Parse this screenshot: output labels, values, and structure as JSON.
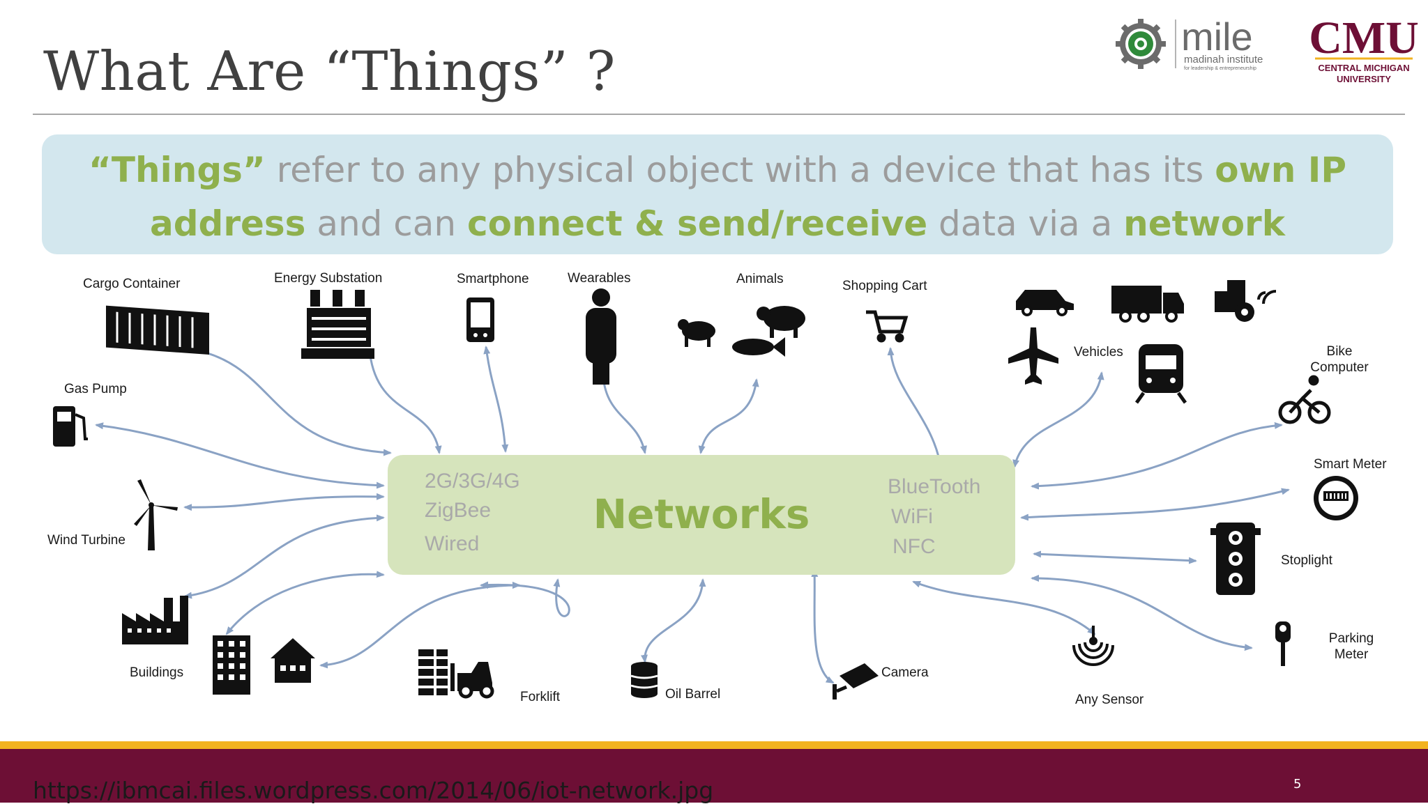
{
  "slide": {
    "title": "What Are “Things” ?",
    "source_url": "https://ibmcai.files.wordpress.com/2014/06/iot-network.jpg",
    "page_number": "5"
  },
  "logos": {
    "mile": {
      "name": "mile",
      "line1": "madinah institute",
      "line2": "for leadership & entrepreneurship"
    },
    "cmu": {
      "name": "CMU",
      "line1": "CENTRAL MICHIGAN",
      "line2": "UNIVERSITY"
    }
  },
  "definition": {
    "line1": [
      {
        "text": "“Things”",
        "bold": true
      },
      {
        "text": " refer to any physical object with a device that has its ",
        "bold": false
      },
      {
        "text": "own IP",
        "bold": true
      }
    ],
    "line2": [
      {
        "text": "address",
        "bold": true
      },
      {
        "text": " and can ",
        "bold": false
      },
      {
        "text": "connect & send/receive",
        "bold": true
      },
      {
        "text": " data via a ",
        "bold": false
      },
      {
        "text": "network",
        "bold": true
      }
    ]
  },
  "networks": {
    "title": "Networks",
    "left": [
      "2G/3G/4G",
      "ZigBee",
      "Wired"
    ],
    "right": [
      "BlueTooth",
      "WiFi",
      "NFC"
    ]
  },
  "things": {
    "cargo_container": "Cargo Container",
    "energy_substation": "Energy Substation",
    "smartphone": "Smartphone",
    "wearables": "Wearables",
    "animals": "Animals",
    "shopping_cart": "Shopping Cart",
    "vehicles": "Vehicles",
    "bike_computer": [
      "Bike",
      "Computer"
    ],
    "gas_pump": "Gas Pump",
    "wind_turbine": "Wind Turbine",
    "buildings": "Buildings",
    "forklift": "Forklift",
    "oil_barrel": "Oil Barrel",
    "camera": "Camera",
    "any_sensor": "Any Sensor",
    "smart_meter": "Smart Meter",
    "stoplight": "Stoplight",
    "parking_meter": [
      "Parking",
      "Meter"
    ]
  },
  "colors": {
    "footer_band": "#6d0f35",
    "footer_stripe": "#f2b321",
    "definition_box": "#d3e7ee",
    "networks_box": "#d6e4bc",
    "accent_green": "#8fb04d",
    "body_gray": "#9c9c9c",
    "connector": "#8aa2c4",
    "cmu_maroon": "#6d0f35"
  }
}
